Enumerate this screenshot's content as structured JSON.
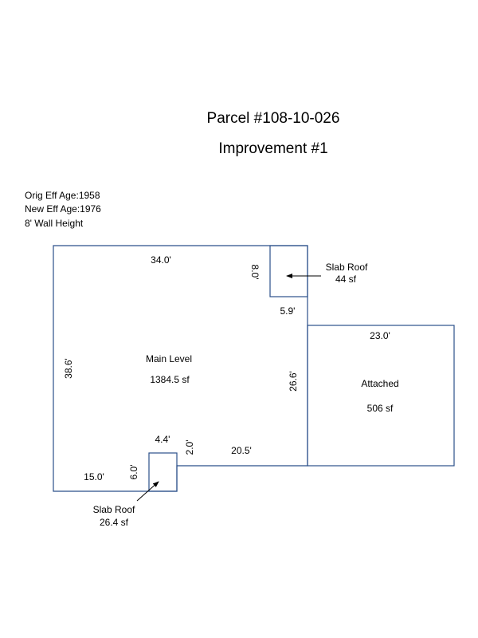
{
  "header": {
    "parcel": "Parcel #108-10-026",
    "improvement": "Improvement #1"
  },
  "info": {
    "orig_eff_age": "Orig Eff Age:1958",
    "new_eff_age": "New Eff Age:1976",
    "wall_height": "8' Wall Height"
  },
  "areas": {
    "main_name": "Main Level",
    "main_area": "1384.5 sf",
    "attached_name": "Attached",
    "attached_area": "506 sf",
    "slab_top_name": "Slab Roof",
    "slab_top_area": "44 sf",
    "slab_bottom_name": "Slab Roof",
    "slab_bottom_area": "26.4 sf"
  },
  "dimensions": {
    "top": "34.0'",
    "left": "38.6'",
    "slab_top_side": "8.0'",
    "step": "5.9'",
    "attached_top": "23.0'",
    "inner_vertical": "26.6'",
    "lower_right": "20.5'",
    "slab_bottom_width": "4.4'",
    "slab_bottom_offset": "2.0'",
    "slab_bottom_height": "6.0'",
    "bottom_left": "15.0'"
  },
  "colors": {
    "wall": "#2b4f8a"
  }
}
